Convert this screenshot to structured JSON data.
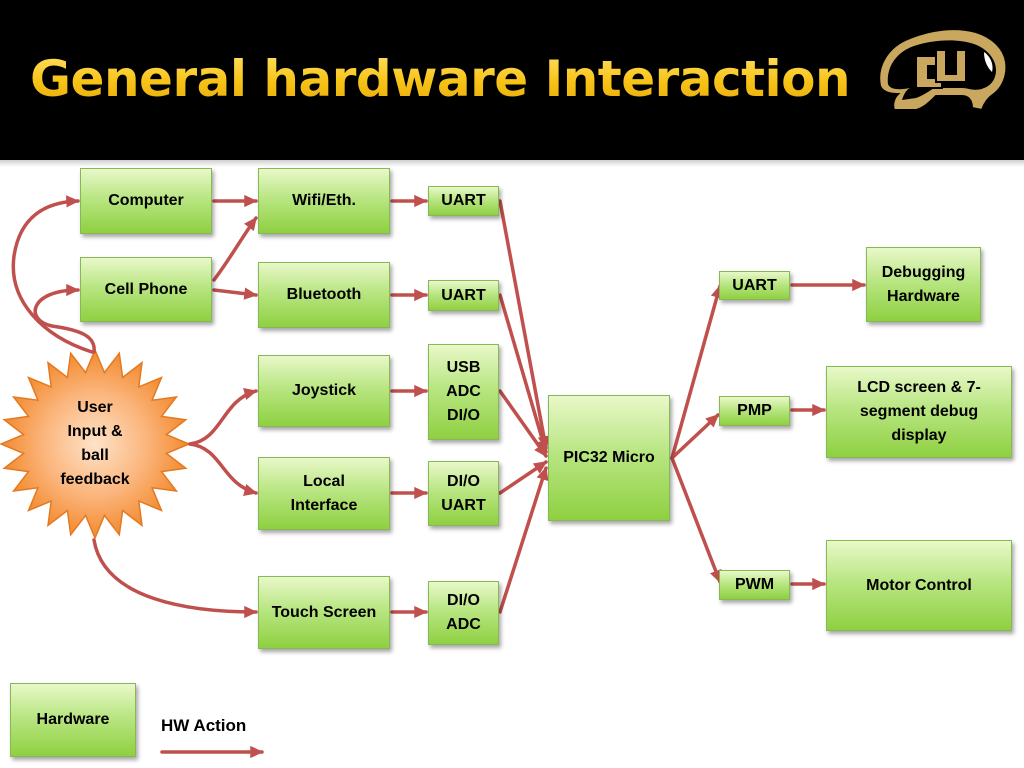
{
  "slide": {
    "title": "General hardware Interaction",
    "logo_text": "CU"
  },
  "colors": {
    "header_background": "#000000",
    "title": "#f7c316",
    "box_fill": "#b9e683",
    "arrow": "#c0504d",
    "starburst": "#f79646"
  },
  "nodes": {
    "computer": "Computer",
    "cell_phone": "Cell Phone",
    "wifi": "Wifi/Eth.",
    "bluetooth": "Bluetooth",
    "joystick": "Joystick",
    "local_interface": "Local\nInterface",
    "touch_screen": "Touch Screen",
    "uart_1": "UART",
    "uart_2": "UART",
    "usb_adc_dio": "USB\nADC\nDI/O",
    "dio_uart": "DI/O\nUART",
    "dio_adc": "DI/O\nADC",
    "pic32": "PIC32 Micro",
    "uart_out": "UART",
    "pmp": "PMP",
    "pwm": "PWM",
    "debugging": "Debugging\nHardware",
    "lcd": "LCD screen & 7-\nsegment debug\ndisplay",
    "motor": "Motor Control",
    "user_input": "User\nInput &\nball\nfeedback"
  },
  "legend": {
    "hardware": "Hardware",
    "hw_action": "HW Action"
  }
}
